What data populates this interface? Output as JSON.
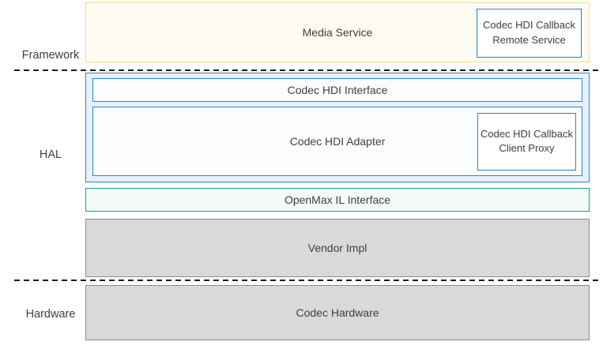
{
  "colors": {
    "framework-border": "#f7dc8a",
    "framework-fill": "#fffbf0",
    "blue-border": "#2e82c4",
    "blue-fill": "#e9f1fb",
    "blue-inner-fill": "#fafcfe",
    "white-fill": "#ffffff",
    "green-border": "#16a28a",
    "green-fill": "#f4faf7",
    "gray-border": "#8c8c8c",
    "gray-fill": "#d9d9d9",
    "text": "#3f3f3f",
    "divider": "#1a1a1a"
  },
  "layers": {
    "framework": {
      "label": "Framework"
    },
    "hal": {
      "label": "HAL"
    },
    "hardware": {
      "label": "Hardware"
    }
  },
  "boxes": {
    "media_service": {
      "label": "Media Service"
    },
    "codec_hdi_callback_remote_service": {
      "label": "Codec HDI Callback Remote Service"
    },
    "codec_hdi_interface": {
      "label": "Codec HDI Interface"
    },
    "codec_hdi_adapter": {
      "label": "Codec HDI Adapter"
    },
    "codec_hdi_callback_client_proxy": {
      "label": "Codec HDI Callback Client Proxy"
    },
    "openmax_il_interface": {
      "label": "OpenMax IL Interface"
    },
    "vendor_impl": {
      "label": "Vendor Impl"
    },
    "codec_hardware": {
      "label": "Codec Hardware"
    }
  }
}
